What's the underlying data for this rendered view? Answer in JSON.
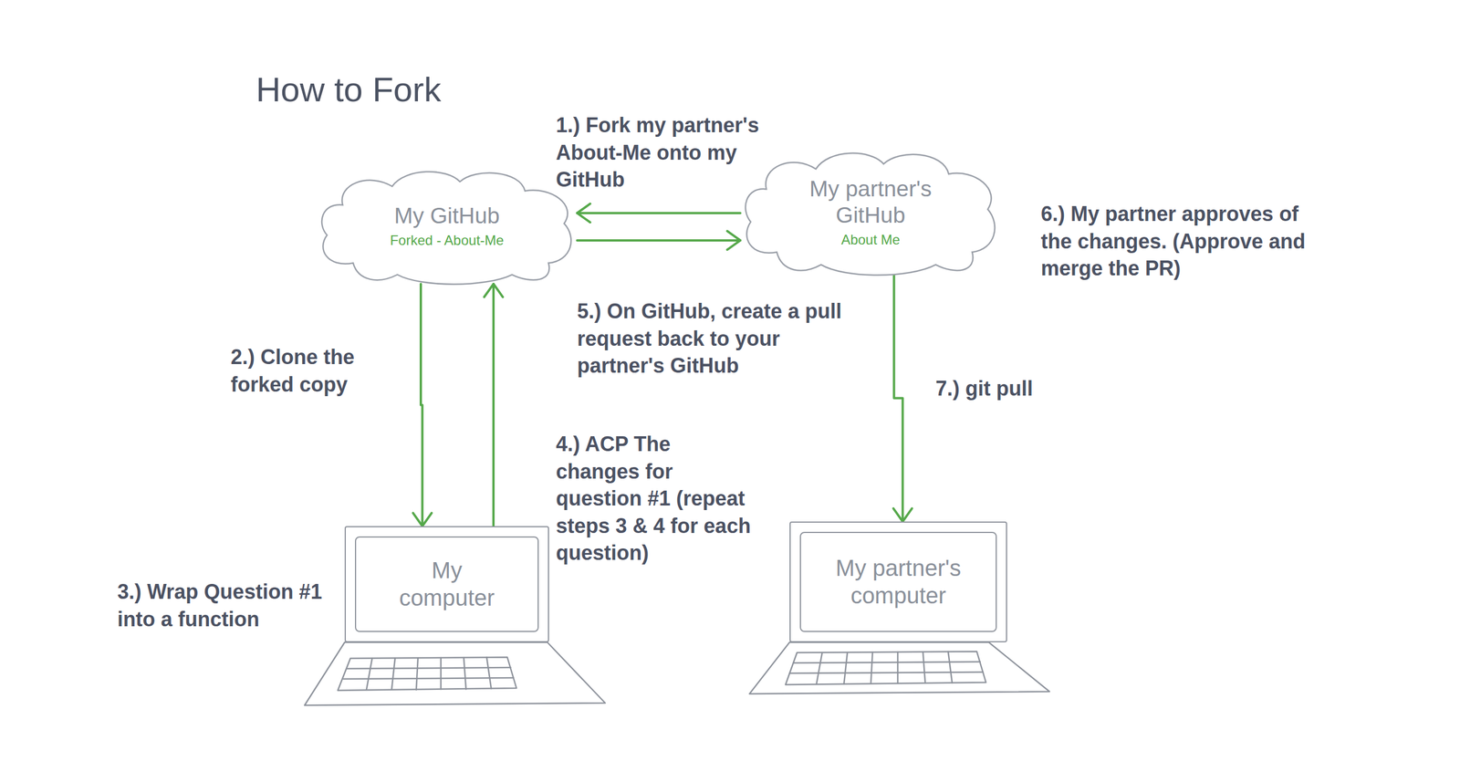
{
  "diagram": {
    "title": "How to Fork",
    "nodes": [
      {
        "text": [
          "My GitHub",
          "Forked - About-Me"
        ]
      },
      {
        "text": [
          "My partner's GitHub",
          "About Me"
        ]
      },
      {
        "text": [
          "My computer"
        ]
      },
      {
        "text": [
          "My partner's computer"
        ]
      }
    ],
    "edges": [
      {
        "from": 1,
        "to": 0,
        "arrow": "to"
      },
      {
        "from": 0,
        "to": 1,
        "arrow": "to"
      },
      {
        "from": 0,
        "to": 2,
        "arrow": "to"
      },
      {
        "from": 2,
        "to": 0,
        "arrow": "to"
      },
      {
        "from": 1,
        "to": 3,
        "arrow": "to"
      }
    ],
    "labels": [
      "1.) Fork my partner's About-Me onto my GitHub",
      "2.) Clone the forked copy",
      "3.) Wrap Question #1 into a function",
      "4.) ACP The changes for question #1 (repeat steps 3 & 4 for each question)",
      "5.) On GitHub, create a pull request back to your partner's GitHub",
      "6.) My partner approves of the changes. (Approve and merge the PR)",
      "7.) git pull"
    ]
  }
}
